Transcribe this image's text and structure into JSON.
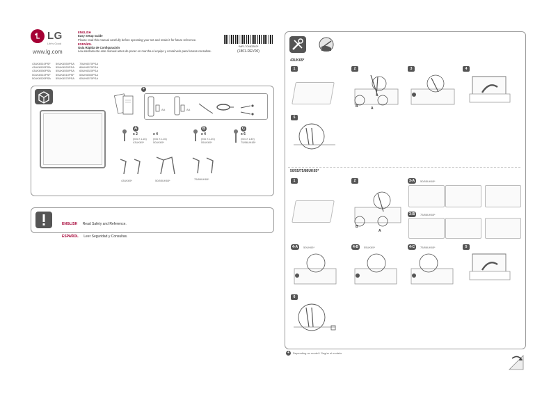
{
  "header": {
    "brand": "LG",
    "tagline": "Life's Good",
    "website": "www.lg.com",
    "english_title": "ENGLISH",
    "english_subtitle": "Easy Setup Guide",
    "english_note": "Please read this manual carefully before operating your set and retain it for future reference.",
    "spanish_title": "ESPAÑOL",
    "spanish_subtitle": "Guía Rápida de Configuración",
    "spanish_note": "Lea atentamente este manual antes de poner en marcha el equipo y consérvelo para futuras consultas.",
    "model_columns": [
      "43UK6510PSF\n43UK6520PSA\n43UK6550PSA\n50UK6510PSF\n50UK6520PSA",
      "50UK6550PSA\n55UK6520PSA\n55UK6550PSA\n55UK6510PSF\n55UK6570PSA",
      "75UK6570PSA\n86UK6570PSA\n65UK6520PSA\n65UK6550PSA\n65UK6570PSA"
    ],
    "barcode_text": "*MFL70463303*",
    "doc_code": "(1801-REV00)"
  },
  "parts": {
    "screw_a_qty": "x 2",
    "screw_a_spec": "(M4 X L16)",
    "screw_a_model": "43UK65*",
    "screw_a2_qty": "x 4",
    "screw_a2_spec": "(M4 X L16)",
    "screw_a2_model": "50UK65*",
    "screw_b_qty": "x 4",
    "screw_b_spec": "(M4 X L20)",
    "screw_b_model": "55UK65*",
    "screw_c_qty": "x 6",
    "screw_c_spec": "(M4 X L30)",
    "screw_c_model": "75/86UK65*",
    "stand_label_1": "43UK65*",
    "stand_label_2": "50/55UK65*",
    "stand_label_3": "75/86UK65*",
    "badge_a": "A",
    "badge_b": "B",
    "badge_c": "C",
    "remote_label_1": "AA",
    "remote_label_2": "AA"
  },
  "safety": {
    "english_label": "ENGLISH",
    "english_text": "Read Safety and Reference.",
    "spanish_label": "ESPAÑOL",
    "spanish_text": "Leer Seguridad y Consultas."
  },
  "steps": {
    "section1_title": "43UK65*",
    "section2_title": "50/55/75/86UK65*",
    "s1_steps": [
      "1",
      "2",
      "3",
      "4",
      "5"
    ],
    "s2_steps": [
      "1",
      "2",
      "3-A",
      "3-B",
      "4-A",
      "4-B",
      "4-C",
      "5",
      "6"
    ],
    "step_3a_model": "50/55UK65*",
    "step_3b_model": "75/86UK65*",
    "step_4a_model": "50UK65*",
    "step_4b_model": "55UK65*",
    "step_4c_model": "75/86UK65*",
    "label_a": "A",
    "label_b": "B",
    "footnote": "Depending on model / Según el modelo"
  }
}
